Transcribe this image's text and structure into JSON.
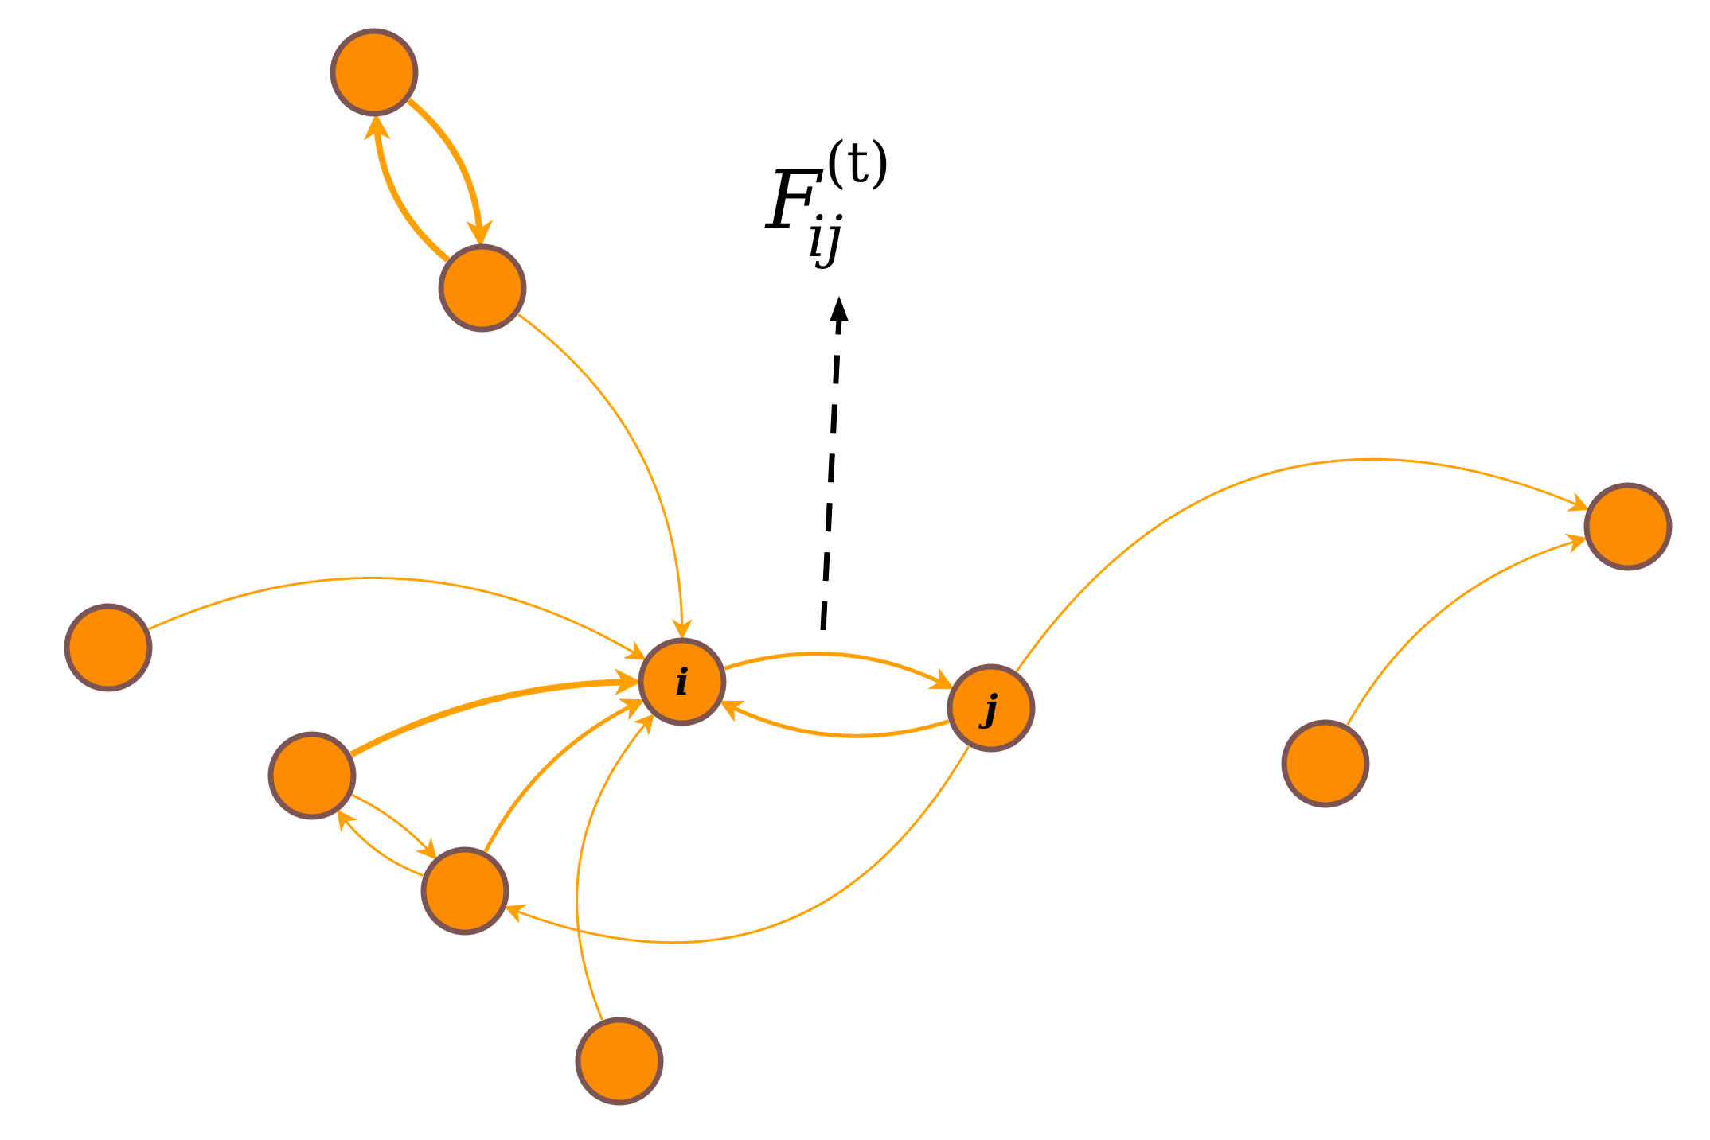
{
  "colors": {
    "node_fill": "#fb8c00",
    "node_stroke": "#7d5454",
    "edge": "#ffa000",
    "flow_arrow": "#000000"
  },
  "nodes": [
    {
      "id": "a",
      "label": ""
    },
    {
      "id": "b",
      "label": ""
    },
    {
      "id": "c",
      "label": ""
    },
    {
      "id": "i",
      "label": "i"
    },
    {
      "id": "j",
      "label": "j"
    },
    {
      "id": "d",
      "label": ""
    },
    {
      "id": "e",
      "label": ""
    },
    {
      "id": "f",
      "label": ""
    },
    {
      "id": "g",
      "label": ""
    },
    {
      "id": "h",
      "label": ""
    }
  ],
  "edges": [
    {
      "from": "a",
      "to": "b",
      "weight": "heavy"
    },
    {
      "from": "b",
      "to": "a",
      "weight": "heavy"
    },
    {
      "from": "b",
      "to": "i",
      "weight": "light"
    },
    {
      "from": "c",
      "to": "i",
      "weight": "light"
    },
    {
      "from": "d",
      "to": "i",
      "weight": "heavy"
    },
    {
      "from": "d",
      "to": "e",
      "weight": "light"
    },
    {
      "from": "e",
      "to": "d",
      "weight": "light"
    },
    {
      "from": "e",
      "to": "i",
      "weight": "medium"
    },
    {
      "from": "f",
      "to": "i",
      "weight": "light"
    },
    {
      "from": "i",
      "to": "j",
      "weight": "medium"
    },
    {
      "from": "j",
      "to": "i",
      "weight": "medium"
    },
    {
      "from": "j",
      "to": "e",
      "weight": "light"
    },
    {
      "from": "j",
      "to": "g",
      "weight": "light"
    },
    {
      "from": "h",
      "to": "g",
      "weight": "light"
    }
  ],
  "flow_label": {
    "base": "F",
    "subscript": "ij",
    "superscript": "(t)"
  }
}
